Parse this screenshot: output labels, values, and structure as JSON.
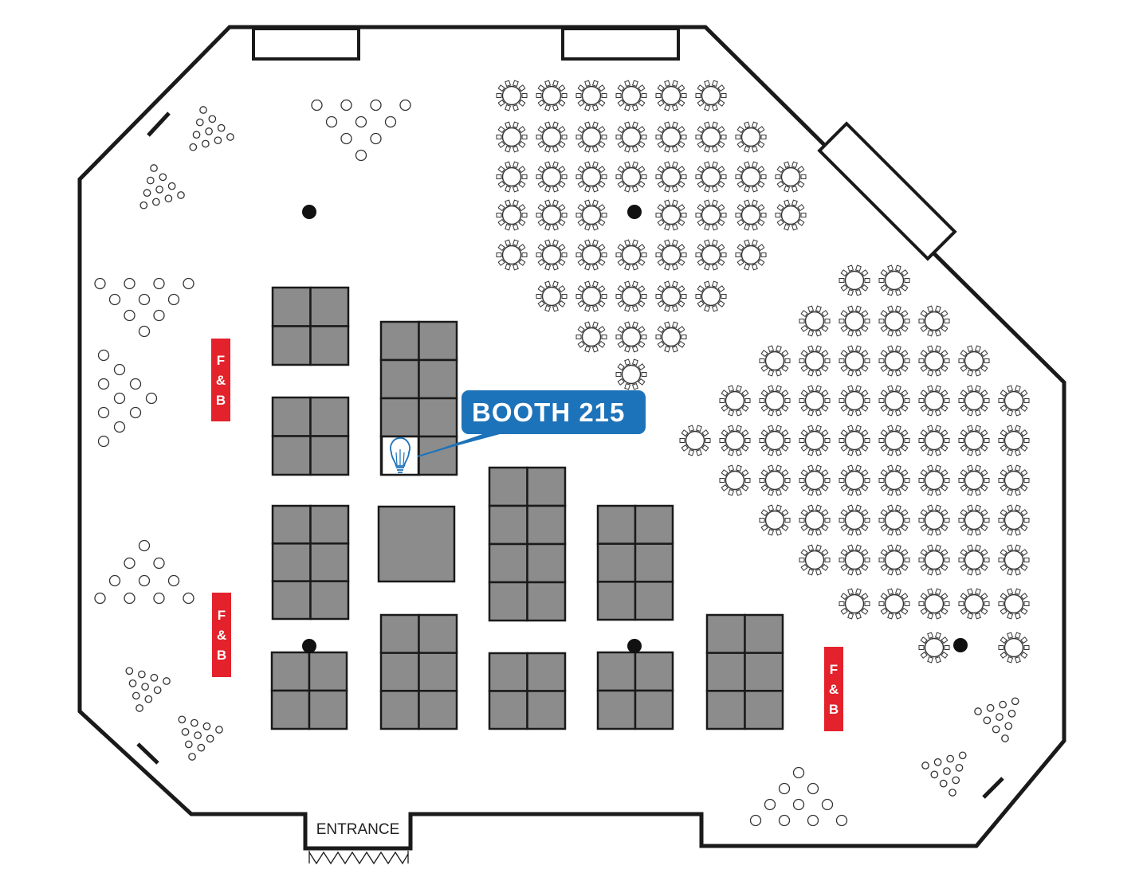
{
  "map": {
    "callout_label": "BOOTH 215",
    "entrance_label": "ENTRANCE",
    "fb_stations": [
      {
        "letters": [
          "F",
          "&",
          "B"
        ]
      },
      {
        "letters": [
          "F",
          "&",
          "B"
        ]
      },
      {
        "letters": [
          "F",
          "&",
          "B"
        ]
      }
    ],
    "colors": {
      "booth": "#8c8c8c",
      "callout": "#1d73b9",
      "fb": "#e3222b",
      "walls": "#1a1a1a",
      "highlight_icon": "#1d73b9"
    },
    "highlighted_booth": "BOOTH 215",
    "highlight_icon": "lightbulb-icon"
  }
}
